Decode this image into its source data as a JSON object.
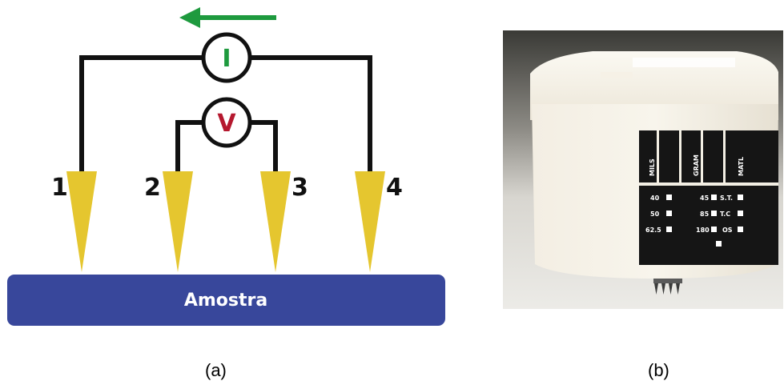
{
  "figure_a": {
    "current_meter": "I",
    "voltage_meter": "V",
    "probe_labels": [
      "1",
      "2",
      "3",
      "4"
    ],
    "sample_label": "Amostra",
    "caption": "(a)"
  },
  "figure_b": {
    "panel_headers": [
      "MILS",
      "GRAM",
      "MATL"
    ],
    "panel_rows": [
      [
        "40",
        "45",
        "S.T."
      ],
      [
        "50",
        "85",
        "T.C"
      ],
      [
        "62.5",
        "180",
        "OS"
      ]
    ],
    "caption": "(b)"
  },
  "colors": {
    "sample_fill": "#38479b",
    "probe_fill": "#e5c62f",
    "current_arrow": "#1e9a3e",
    "current_letter": "#1e9a3e",
    "voltage_letter": "#b5182e",
    "wire": "#111111"
  }
}
